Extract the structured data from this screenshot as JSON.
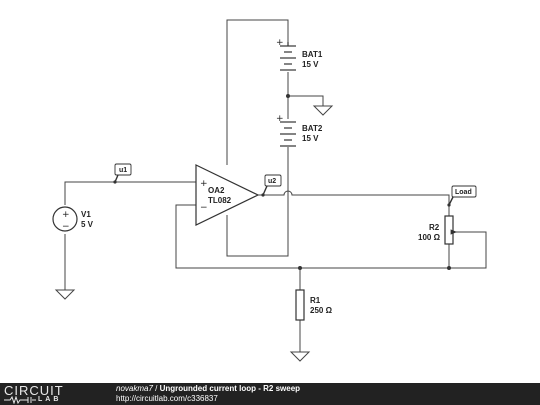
{
  "circuit": {
    "components": {
      "bat1": {
        "name": "BAT1",
        "value": "15 V"
      },
      "bat2": {
        "name": "BAT2",
        "value": "15 V"
      },
      "opamp": {
        "name": "OA2",
        "model": "TL082"
      },
      "v1": {
        "name": "V1",
        "value": "5 V"
      },
      "r1": {
        "name": "R1",
        "value": "250 Ω"
      },
      "r2": {
        "name": "R2",
        "value": "100 Ω"
      }
    },
    "probes": {
      "u1": "u1",
      "u2": "u2",
      "load": "Load"
    },
    "opamp_inputs": {
      "plus": "+",
      "minus": "−"
    },
    "source_signs": {
      "plus": "+",
      "minus": "−"
    }
  },
  "footer": {
    "logo_top": "CIRCUIT",
    "logo_bottom": "LAB",
    "author": "novakma7",
    "separator": " / ",
    "title": "Ungrounded current loop - R2 sweep",
    "url": "http://circuitlab.com/c336837"
  }
}
